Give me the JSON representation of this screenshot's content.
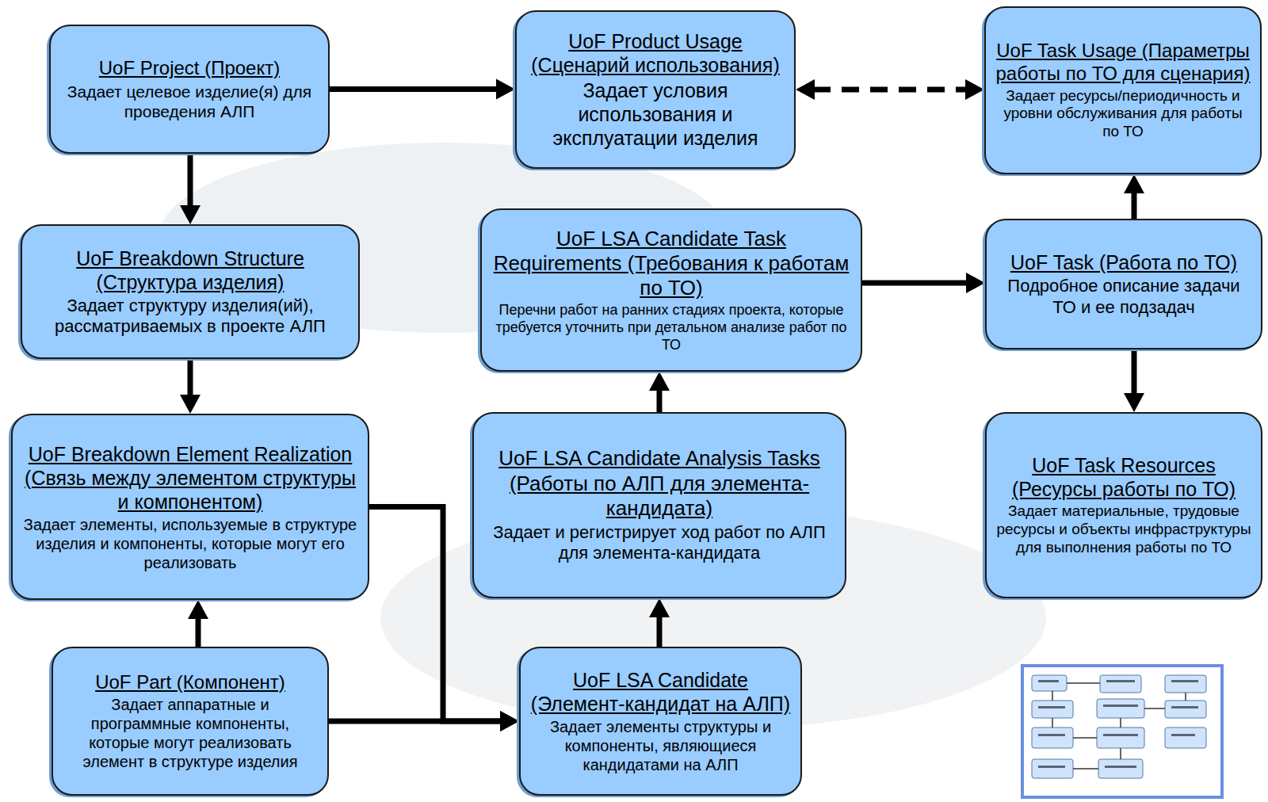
{
  "diagram": {
    "nodes": [
      {
        "text": [
          "UoF Project (Проект)",
          "Задает целевое изделие(я) для проведения АЛП"
        ]
      },
      {
        "text": [
          "UoF Product Usage (Сценарий использования)",
          "Задает условия использования и эксплуатации изделия"
        ]
      },
      {
        "text": [
          "UoF Task Usage (Параметры работы по ТО для сценария)",
          "Задает ресурсы/периодичность и уровни обслуживания для работы по ТО"
        ]
      },
      {
        "text": [
          "UoF Breakdown Structure (Структура изделия)",
          "Задает структуру изделия(ий), рассматриваемых в проекте АЛП"
        ]
      },
      {
        "text": [
          "UoF LSA Candidate Task Requirements (Требования к работам по ТО)",
          "Перечни работ на ранних стадиях проекта, которые требуется уточнить при детальном анализе работ по ТО"
        ]
      },
      {
        "text": [
          "UoF Task (Работа по ТО)",
          "Подробное описание задачи ТО и ее подзадач"
        ]
      },
      {
        "text": [
          "UoF Breakdown Element Realization (Связь между элементом структуры и компонентом)",
          "Задает элементы, используемые в структуре изделия и компоненты, которые могут его реализовать"
        ]
      },
      {
        "text": [
          "UoF LSA Candidate Analysis Tasks (Работы по АЛП для элемента-кандидата)",
          "Задает и регистрирует ход работ по АЛП для элемента-кандидата"
        ]
      },
      {
        "text": [
          "UoF Task Resources (Ресурсы работы по ТО)",
          "Задает материальные, трудовые ресурсы и объекты инфраструктуры для выполнения работы по ТО"
        ]
      },
      {
        "text": [
          "UoF Part (Компонент)",
          "Задает аппаратные и программные компоненты, которые могут реализовать элемент в структуре изделия"
        ]
      },
      {
        "text": [
          "UoF LSA Candidate (Элемент-кандидат на АЛП)",
          "Задает элементы структуры и компоненты, являющиеся кандидатами на АЛП"
        ]
      }
    ],
    "edges": [
      {
        "from": 0,
        "to": 1,
        "arrow": "to"
      },
      {
        "from": 0,
        "to": 3,
        "arrow": "to"
      },
      {
        "from": 1,
        "to": 2,
        "arrow": "both"
      },
      {
        "from": 3,
        "to": 6,
        "arrow": "to"
      },
      {
        "from": 9,
        "to": 6,
        "arrow": "to"
      },
      {
        "from": 6,
        "to": 10,
        "arrow": "to"
      },
      {
        "from": 9,
        "to": 10,
        "arrow": "to"
      },
      {
        "from": 10,
        "to": 7,
        "arrow": "to"
      },
      {
        "from": 7,
        "to": 4,
        "arrow": "to"
      },
      {
        "from": 4,
        "to": 5,
        "arrow": "to"
      },
      {
        "from": 5,
        "to": 2,
        "arrow": "to"
      },
      {
        "from": 5,
        "to": 8,
        "arrow": "to"
      }
    ]
  }
}
